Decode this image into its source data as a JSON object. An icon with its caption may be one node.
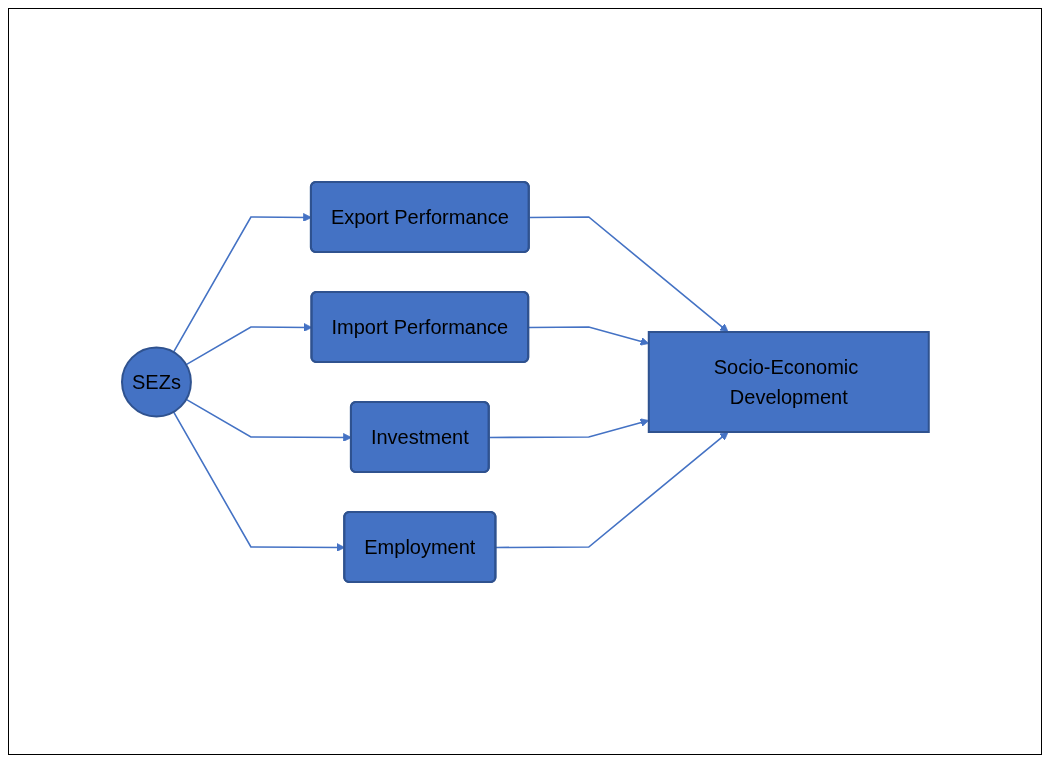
{
  "diagram": {
    "nodes": [
      {
        "text": [
          "SEZs"
        ]
      },
      {
        "text": [
          "Export Performance"
        ]
      },
      {
        "text": [
          "Import Performance"
        ]
      },
      {
        "text": [
          "Investment"
        ]
      },
      {
        "text": [
          "Employment"
        ]
      },
      {
        "text": [
          "Socio-Economic Development"
        ]
      }
    ],
    "edges": [
      {
        "from": 0,
        "to": 1,
        "arrow": "to"
      },
      {
        "from": 0,
        "to": 2,
        "arrow": "to"
      },
      {
        "from": 0,
        "to": 3,
        "arrow": "to"
      },
      {
        "from": 0,
        "to": 4,
        "arrow": "to"
      },
      {
        "from": 1,
        "to": 5,
        "arrow": "to"
      },
      {
        "from": 2,
        "to": 5,
        "arrow": "to"
      },
      {
        "from": 3,
        "to": 5,
        "arrow": "to"
      },
      {
        "from": 4,
        "to": 5,
        "arrow": "to"
      }
    ]
  }
}
